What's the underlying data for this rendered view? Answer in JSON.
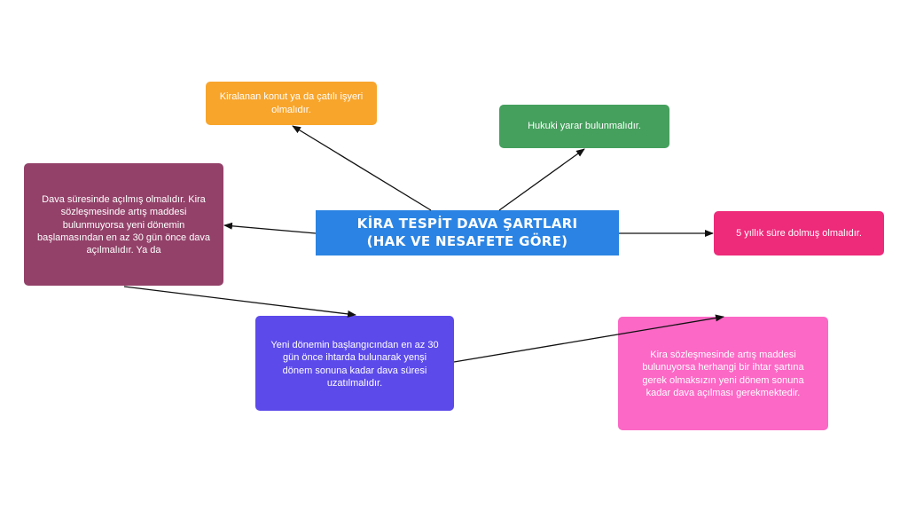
{
  "diagram": {
    "center": {
      "line1": "KİRA TESPİT DAVA ŞARTLARI",
      "line2": "(HAK VE NESAFETE GÖRE)",
      "color": "#2b84e3"
    },
    "nodes": {
      "konut": {
        "text": "Kiralanan konut ya da çatılı işyeri olmalıdır.",
        "color": "#f8a52c"
      },
      "yarar": {
        "text": "Hukuki yarar bulunmalıdır.",
        "color": "#45a05d"
      },
      "sure": {
        "text": "5 yıllık süre dolmuş olmalıdır.",
        "color": "#ee2a7a"
      },
      "dava": {
        "text": "Dava süresinde açılmış olmalıdır. Kira sözleşmesinde artış maddesi bulunmuyorsa yeni dönemin başlamasından en az 30 gün önce dava açılmalıdır. Ya da",
        "color": "#934169"
      },
      "yeni": {
        "text": "Yeni dönemin başlangıcından en az 30 gün önce ihtarda bulunarak yenşi dönem sonuna kadar dava süresi uzatılmalıdır.",
        "color": "#5c4aea"
      },
      "kira": {
        "text": "Kira sözleşmesinde artış maddesi bulunuyorsa herhangi bir ihtar şartına gerek olmaksızın yeni dönem sonuna kadar dava açılması gerekmektedir.",
        "color": "#fb68c5"
      }
    },
    "arrow_color": "#111111"
  }
}
